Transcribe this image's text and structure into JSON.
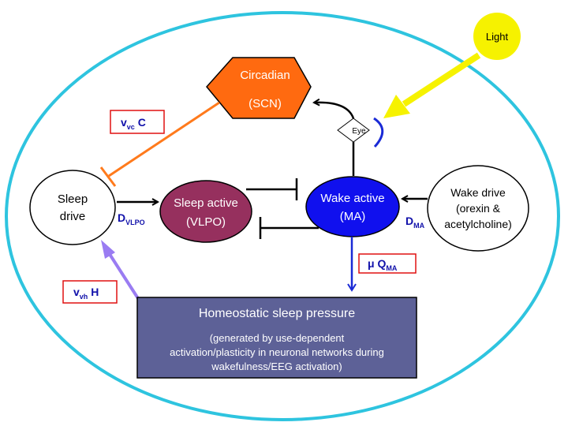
{
  "colors": {
    "frame": "#2ec4df",
    "scn_fill": "#ff6a10",
    "vlpo_fill": "#96305e",
    "ma_fill": "#1010ee",
    "homeostatic_fill": "#5d6197",
    "light_fill": "#f6f200",
    "orange_arrow": "#ff7a1c",
    "purple_arrow": "#9a7cf2",
    "param_border": "#e01010",
    "blue_arrow": "#1a2ad6"
  },
  "light": {
    "label": "Light"
  },
  "eye": {
    "label": "Eye"
  },
  "circadian": {
    "line1": "Circadian",
    "line2": "(SCN)"
  },
  "sleep_drive": {
    "line1": "Sleep",
    "line2": "drive"
  },
  "sleep_active": {
    "line1": "Sleep active",
    "line2": "(VLPO)"
  },
  "wake_active": {
    "line1": "Wake active",
    "line2": "(MA)"
  },
  "wake_drive": {
    "line1": "Wake drive",
    "line2": "(orexin &",
    "line3": "acetylcholine)"
  },
  "params": {
    "vvc": {
      "main": "v",
      "sub": "vc",
      "tail": " C"
    },
    "vvh": {
      "main": "v",
      "sub": "vh",
      "tail": " H"
    },
    "muq": {
      "main": "μ Q",
      "sub": "MA"
    },
    "dvlpo": {
      "main": "D",
      "sub": "VLPO"
    },
    "dma": {
      "main": "D",
      "sub": "MA"
    }
  },
  "homeostatic": {
    "title": "Homeostatic sleep pressure",
    "line1": "(generated by use-dependent",
    "line2": "activation/plasticity in neuronal networks during",
    "line3": "wakefulness/EEG activation)"
  }
}
